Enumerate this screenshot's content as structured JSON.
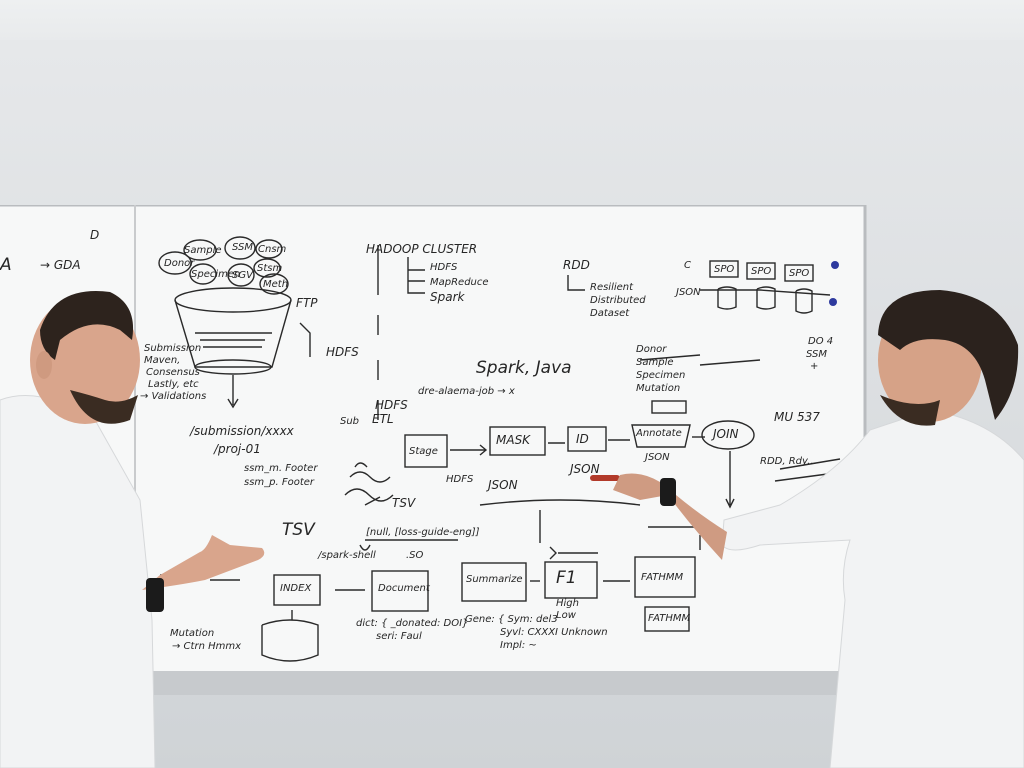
{
  "whiteboard": {
    "top_left": [
      "A",
      "→ GDA",
      "D"
    ],
    "intake": {
      "bubbles": [
        "Sample",
        "SSM",
        "Donor",
        "Specimen",
        "SGV",
        "Cnsm",
        "Stsm",
        "Meth"
      ],
      "ftp": "FTP",
      "hdfs": "HDFS",
      "submission_note": [
        "Submission",
        "Maven,",
        "Consensus",
        "Lastly, etc"
      ],
      "validation": "→ Validations"
    },
    "cluster": {
      "title": "HADOOP CLUSTER",
      "items": [
        "HDFS",
        "MapReduce",
        "Spark"
      ]
    },
    "rdd": {
      "title": "RDD",
      "items": [
        "Resilient",
        "Distributed",
        "Dataset"
      ]
    },
    "top_right": {
      "c": "C",
      "json": "JSON",
      "boxes": [
        "SPO",
        "SPO",
        "SPO"
      ]
    },
    "middle": {
      "spark_java": "Spark, Java",
      "job": "dre-alaema-job → x",
      "hdfs": "HDFS",
      "etl": "ETL",
      "sub": "Sub"
    },
    "paths": [
      "/submission/xxxx",
      "/proj-01",
      "ssm_m. Footer",
      "ssm_p. Footer"
    ],
    "pipeline": {
      "boxes": [
        "Stage",
        "MASK",
        "ID",
        "Annotate",
        "JOIN"
      ],
      "labels": [
        "HDFS",
        "JSON",
        "JSON",
        "JSON",
        "TSV",
        "TSV"
      ],
      "fieldnames": [
        "Donor",
        "Sample",
        "Specimen",
        "Mutation"
      ]
    },
    "right_notes": {
      "title": "MU 537",
      "snippets": [
        "RDD, Rdy...",
        "DO 4",
        "SSM",
        "+"
      ]
    },
    "bottom": {
      "boxes": [
        "INDEX",
        "Document",
        "Summarize",
        "F1",
        "FATHMM",
        "FATHMM"
      ],
      "null_note": "[null, [loss-guide-eng]]",
      "spark_shell": "/spark-shell",
      "so": ".SO",
      "mutation": [
        "Mutation",
        "→ Ctrn Hmmx"
      ],
      "dict": [
        "dict: { _donated: DOI}",
        "seri: Faul"
      ],
      "gene": [
        "Gene: { Sym: del3",
        "Syvl: CXXXI Unknown",
        "Impl: ~"
      ],
      "fi_notes": [
        "High",
        "Low"
      ]
    }
  },
  "colors": {
    "marker": "#2a2a2a",
    "marker_red": "#b23a2a",
    "coat": "#f2f3f4",
    "whiteboard": "#f7f8f8",
    "wall": "#dcdfe1"
  }
}
